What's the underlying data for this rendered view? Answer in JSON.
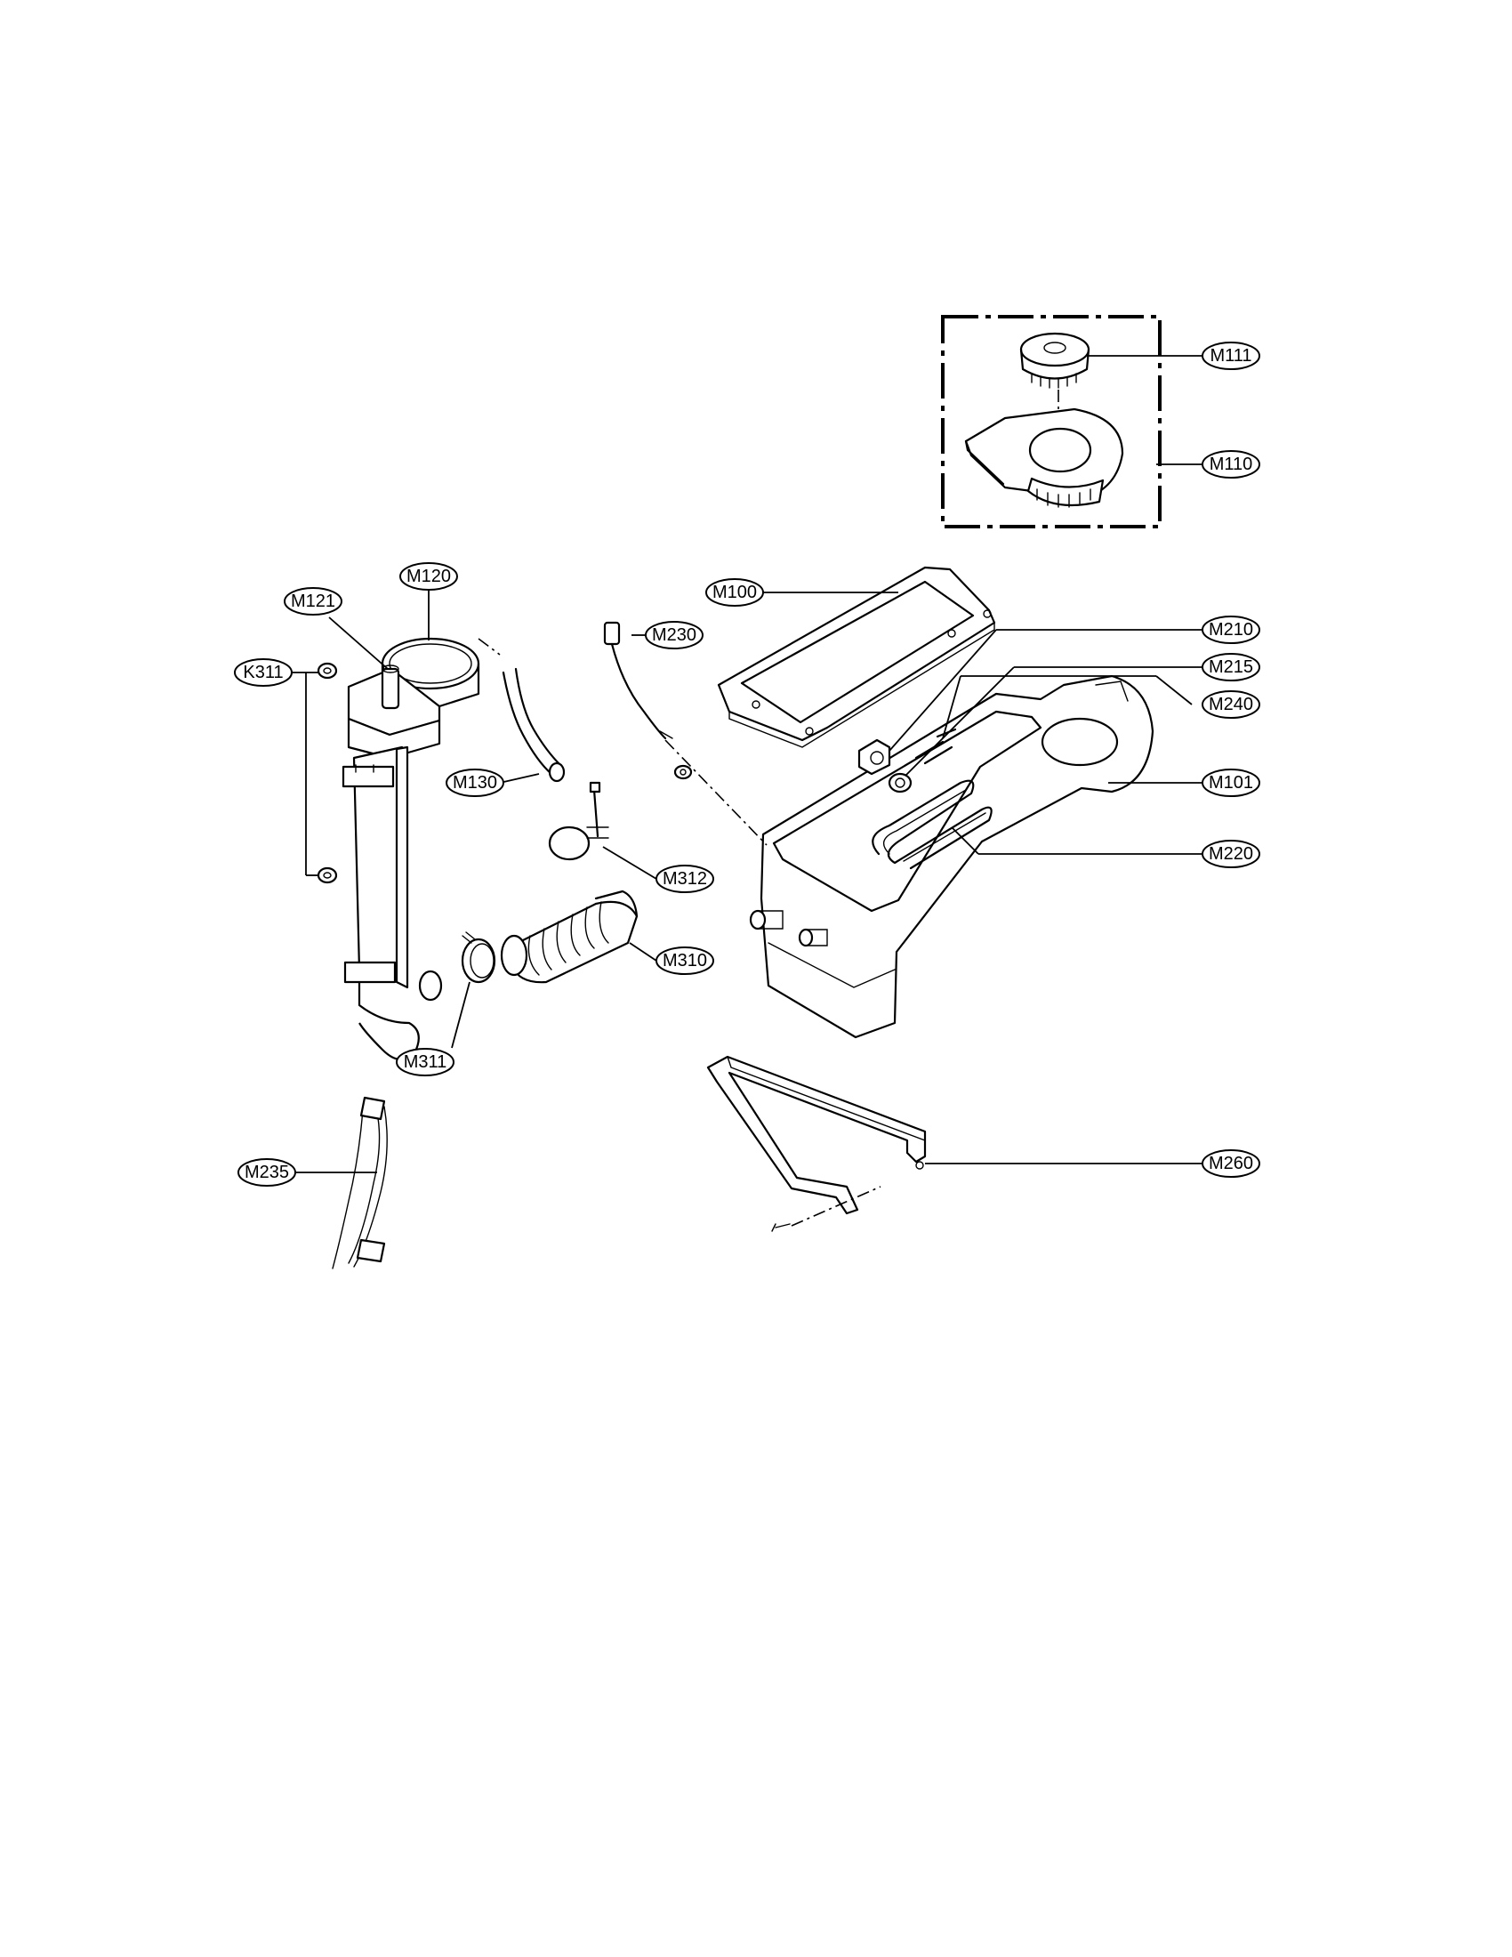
{
  "callouts": [
    {
      "id": "M111",
      "label": "M111"
    },
    {
      "id": "M110",
      "label": "M110"
    },
    {
      "id": "M120",
      "label": "M120"
    },
    {
      "id": "M121",
      "label": "M121"
    },
    {
      "id": "K311",
      "label": "K311"
    },
    {
      "id": "M130",
      "label": "M130"
    },
    {
      "id": "M230",
      "label": "M230"
    },
    {
      "id": "M100",
      "label": "M100"
    },
    {
      "id": "M210",
      "label": "M210"
    },
    {
      "id": "M215",
      "label": "M215"
    },
    {
      "id": "M240",
      "label": "M240"
    },
    {
      "id": "M101",
      "label": "M101"
    },
    {
      "id": "M220",
      "label": "M220"
    },
    {
      "id": "M312",
      "label": "M312"
    },
    {
      "id": "M310",
      "label": "M310"
    },
    {
      "id": "M311",
      "label": "M311"
    },
    {
      "id": "M235",
      "label": "M235"
    },
    {
      "id": "M260",
      "label": "M260"
    }
  ]
}
